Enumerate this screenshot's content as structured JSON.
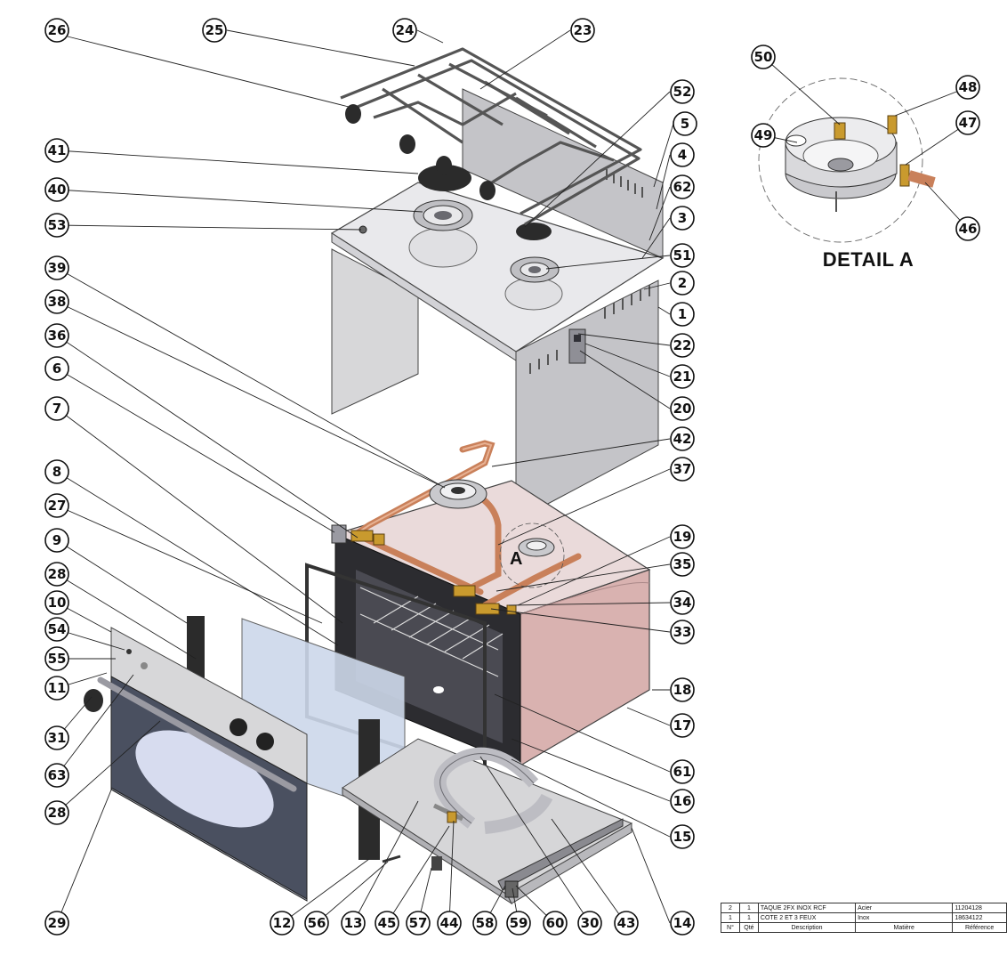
{
  "detail_title": "DETAIL A",
  "section_marker": "A",
  "callouts": [
    "26",
    "25",
    "24",
    "23",
    "52",
    "5",
    "4",
    "62",
    "3",
    "51",
    "2",
    "1",
    "22",
    "21",
    "20",
    "42",
    "37",
    "19",
    "35",
    "34",
    "33",
    "18",
    "17",
    "61",
    "16",
    "15",
    "14",
    "43",
    "30",
    "60",
    "59",
    "58",
    "44",
    "57",
    "45",
    "13",
    "56",
    "12",
    "29",
    "28",
    "63",
    "31",
    "11",
    "55",
    "54",
    "10",
    "28",
    "9",
    "27",
    "8",
    "7",
    "6",
    "36",
    "38",
    "39",
    "53",
    "40",
    "41",
    "50",
    "48",
    "49",
    "47",
    "46"
  ],
  "bom": {
    "rows": [
      {
        "n": "2",
        "qty": "1",
        "description": "TAQUE 2FX INOX RCF",
        "material": "Acier",
        "reference": "11204128"
      },
      {
        "n": "1",
        "qty": "1",
        "description": "COTE 2 ET 3 FEUX",
        "material": "Inox",
        "reference": "18634122"
      }
    ],
    "headers": {
      "n": "N°",
      "qty": "Qté",
      "description": "Description",
      "material": "Matière",
      "reference": "Référence"
    }
  },
  "colors": {
    "stainless": "#d7d7d9",
    "copper": "#c9805a",
    "brass": "#c99a2e",
    "oven_body": "#d9b2b0",
    "glass": "#cdd8ea",
    "door_glass": "#4a5060"
  }
}
